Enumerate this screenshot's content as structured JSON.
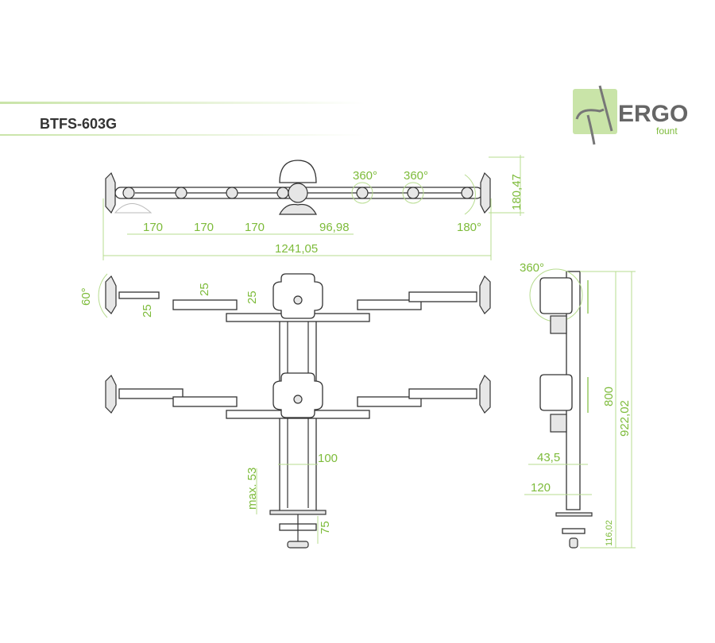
{
  "header": {
    "title": "BTFS-603G"
  },
  "logo": {
    "brand": "ERGO",
    "sub": "fount"
  },
  "colors": {
    "accent": "#7dbb3a",
    "accent_light": "#c9e4a8",
    "text": "#333333",
    "logo_bg": "#c9e4a8",
    "logo_text": "#666666"
  },
  "top_view": {
    "dims": [
      "170",
      "170",
      "170",
      "96,98"
    ],
    "total_width": "1241,05",
    "rotation_1": "360°",
    "rotation_2": "360°",
    "tilt": "180°",
    "depth": "180,47"
  },
  "front_view": {
    "tilt": "60°",
    "arm_offsets": [
      "25",
      "25",
      "25"
    ],
    "pole_width": "100",
    "clamp_max": "max. 53",
    "clamp": "75"
  },
  "side_view": {
    "rotation": "360°",
    "adjust_height": "800",
    "total_height": "922,02",
    "pole_depth": "43,5",
    "base_depth": "120",
    "clamp_height": "116,02"
  }
}
